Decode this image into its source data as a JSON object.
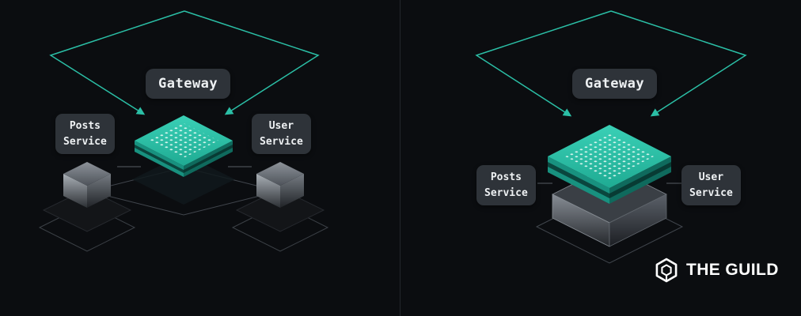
{
  "colors": {
    "background": "#0b0d10",
    "accent_teal": "#2bbfa6",
    "badge_background": "#2e3339",
    "cube_gray": "#8d939a",
    "wireframe": "#41464d"
  },
  "left_diagram": {
    "gateway_label": "Gateway",
    "posts_label": "Posts\nService",
    "user_label": "User\nService"
  },
  "right_diagram": {
    "gateway_label": "Gateway",
    "posts_label": "Posts\nService",
    "user_label": "User\nService"
  },
  "logo": {
    "icon": "guild-hexagon-icon",
    "text": "THE GUILD"
  }
}
